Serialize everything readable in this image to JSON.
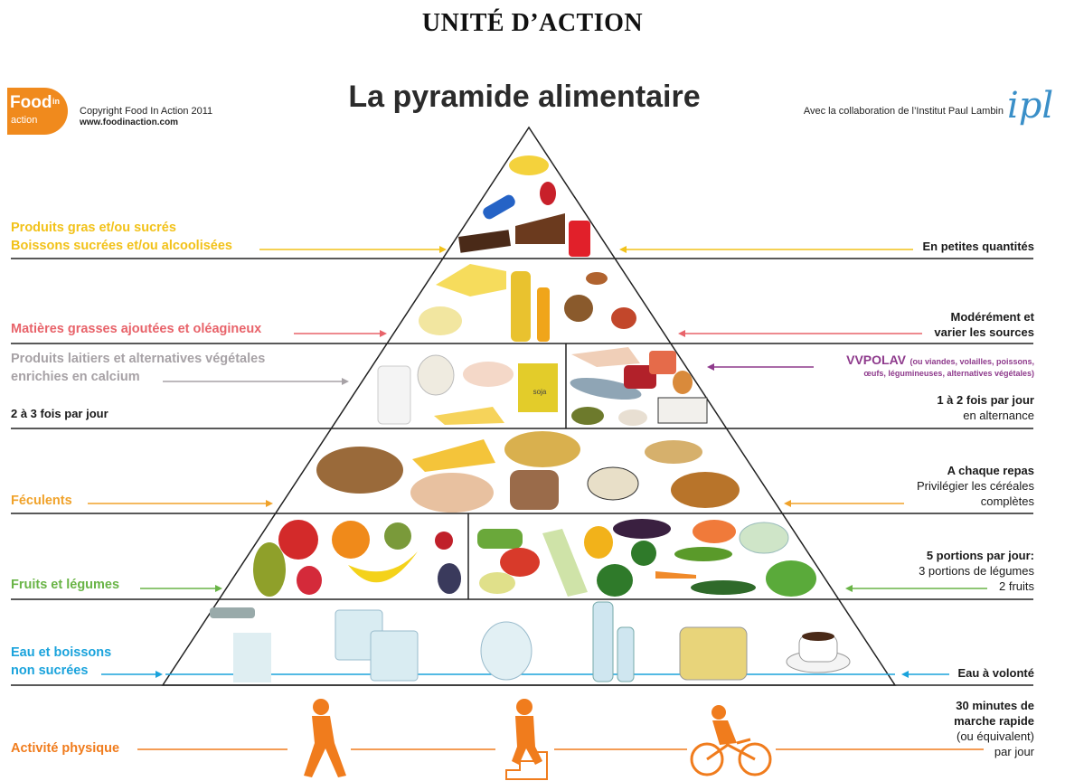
{
  "document_title": "UNITÉ D’ACTION",
  "poster": {
    "title": "La pyramide alimentaire",
    "logo_food": "Food",
    "logo_in": "in",
    "logo_action": "action",
    "copyright_line": "Copyright Food In Action 2011",
    "website": "www.foodinaction.com",
    "collaboration": "Avec la collaboration de l’Institut Paul Lambin",
    "ipl_logo": "ipl"
  },
  "levels": {
    "sweets": {
      "label_line1": "Produits gras et/ou sucrés",
      "label_line2": "Boissons sucrées et/ou alcoolisées",
      "advice": "En petites quantités",
      "color": "#f2c21a"
    },
    "fats": {
      "label": "Matières grasses ajoutées et oléagineux",
      "advice_line1": "Modérément et",
      "advice_line2": "varier les sources",
      "color": "#e8636a"
    },
    "dairy": {
      "label_line1": "Produits laitiers et alternatives végétales",
      "label_line2": "enrichies en calcium",
      "frequency": "2 à 3 fois par jour",
      "color": "#a7a2a6"
    },
    "protein": {
      "label": "VVPOLAV",
      "detail_line1": "(ou viandes, volailles, poissons,",
      "detail_line2": "œufs, légumineuses, alternatives végétales)",
      "frequency_line1": "1 à 2 fois par jour",
      "frequency_line2": "en alternance",
      "color": "#8e3a8c"
    },
    "starch": {
      "label": "Féculents",
      "advice_line1": "A chaque repas",
      "advice_line2": "Privilégier les céréales",
      "advice_line3": "complètes",
      "color": "#f0a22a"
    },
    "fruitveg": {
      "label": "Fruits et légumes",
      "advice_line1": "5 portions par jour:",
      "advice_line2": "3 portions de légumes",
      "advice_line3": "2 fruits",
      "color": "#69b446"
    },
    "water": {
      "label_line1": "Eau et boissons",
      "label_line2": "non sucrées",
      "advice": "Eau à volonté",
      "color": "#1aa3dc"
    },
    "activity": {
      "label": "Activité physique",
      "advice_line1": "30 minutes de",
      "advice_line2": "marche rapide",
      "advice_line3": "(ou équivalent)",
      "advice_line4": "par jour",
      "color": "#f07c1d"
    }
  },
  "food_items": {
    "soy_carton": "soja"
  }
}
